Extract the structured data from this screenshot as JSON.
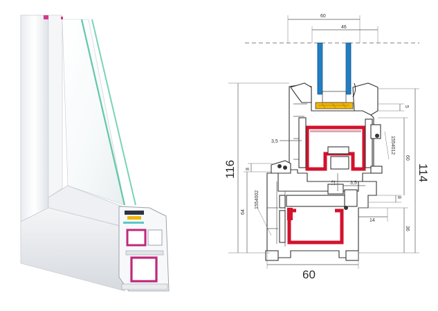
{
  "drawing": {
    "dim_glass_total": "60",
    "dim_glass_inner": "46",
    "dim_bottom_width": "60",
    "dim_left_height": "116",
    "dim_right_height": "114",
    "dim_gap_left": "3,5",
    "dim_sash_overlap": "8",
    "dim_frame_left": "64",
    "dim_left_code": "1554002",
    "dim_right_code": "1554012",
    "dim_gasket": "5",
    "dim_right_60": "60",
    "dim_center_12": "12",
    "dim_center_35": "3,5",
    "dim_right_8": "8",
    "dim_bottom_14": "14",
    "dim_right_36": "36"
  },
  "colors": {
    "glass": "#1f7fc6",
    "reinforcement": "#d3122c",
    "reinforcement_dots": "#8a0f20",
    "spacer": "#f2b705",
    "profile_line": "#333333"
  }
}
